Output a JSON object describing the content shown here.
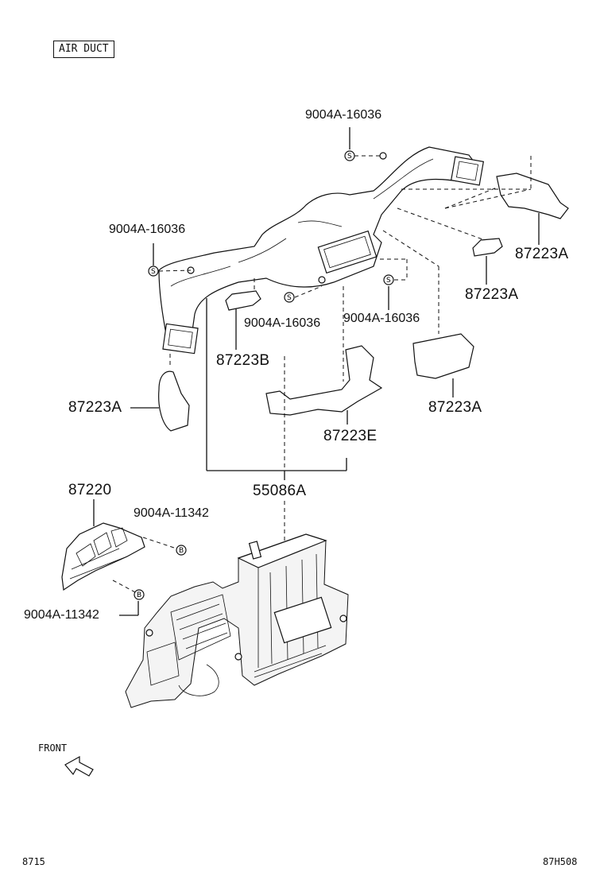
{
  "header": {
    "title": "AIR DUCT"
  },
  "parts": {
    "bolt_top": "9004A-16036",
    "bolt_left": "9004A-16036",
    "bolt_mid_left": "9004A-16036",
    "bolt_mid_right": "9004A-16036",
    "seal_right_upper": "87223A",
    "seal_right_mid": "87223A",
    "seal_b": "87223B",
    "seal_left": "87223A",
    "seal_right_lower": "87223A",
    "seal_e": "87223E",
    "assembly": "55086A",
    "duct_lower": "87220",
    "bolt_lower_upper": "9004A-11342",
    "bolt_lower_lower": "9004A-11342"
  },
  "markers": {
    "s": "S",
    "b": "B"
  },
  "front_label": "FRONT",
  "footer": {
    "left": "8715",
    "right": "87H508"
  }
}
